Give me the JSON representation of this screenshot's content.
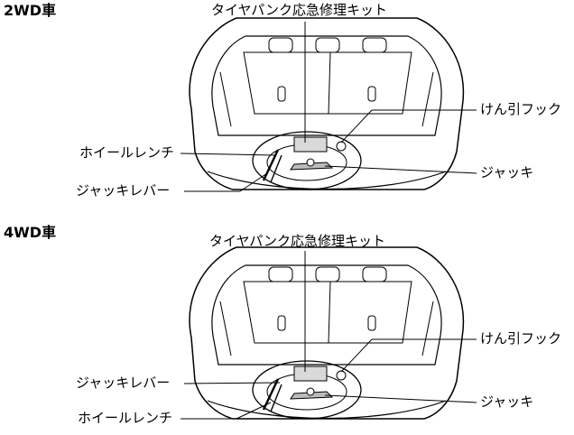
{
  "sections": [
    {
      "heading": "2WD車",
      "labels": {
        "repair_kit": "タイヤパンク応急修理キット",
        "tow_hook": "けん引フック",
        "wheel_wrench": "ホイールレンチ",
        "jack": "ジャッキ",
        "jack_lever": "ジャッキレバー"
      }
    },
    {
      "heading": "4WD車",
      "labels": {
        "repair_kit": "タイヤパンク応急修理キット",
        "tow_hook": "けん引フック",
        "jack_lever": "ジャッキレバー",
        "jack": "ジャッキ",
        "wheel_wrench": "ホイールレンチ"
      }
    }
  ]
}
